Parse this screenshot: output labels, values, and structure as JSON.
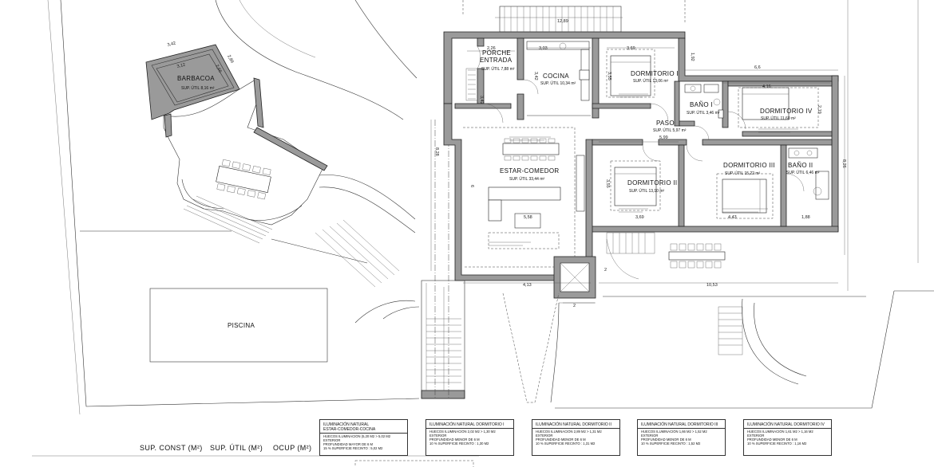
{
  "rooms": {
    "barbacoa": {
      "name": "BARBACOA",
      "area": "SUP. ÚTIL 8,16 m²"
    },
    "porche": {
      "name1": "PORCHE",
      "name2": "ENTRADA",
      "area": "SUP. ÚTIL 7,88 m²"
    },
    "cocina": {
      "name": "COCINA",
      "area": "SUP. ÚTIL 10,34 m²"
    },
    "dormitorio1": {
      "name": "DORMITORIO I",
      "area": "SUP. ÚTIL 13,06 m²"
    },
    "bano1": {
      "name": "BAÑO I",
      "area": "SUP. ÚTIL 3,46 m²"
    },
    "dormitorio4": {
      "name": "DORMITORIO IV",
      "area": "SUP. ÚTIL 11,60 m²"
    },
    "paso": {
      "name": "PASO",
      "area": "SUP. ÚTIL 5,97 m²"
    },
    "estar": {
      "name": "ESTAR-COMEDOR",
      "area": "SUP. ÚTIL 33,44 m²"
    },
    "dormitorio2": {
      "name": "DORMITORIO II",
      "area": "SUP. ÚTIL 13,10 m²"
    },
    "dormitorio3": {
      "name": "DORMITORIO III",
      "area": "SUP. ÚTIL 15,22 m²"
    },
    "bano2": {
      "name": "BAÑO II",
      "area": "SUP. ÚTIL 6,46 m²"
    },
    "piscina": {
      "name": "PISCINA"
    }
  },
  "dimensions": {
    "d1": "3,42",
    "d2": "3,12",
    "d3": "2,86",
    "d4": "2,66",
    "d5": "2,26",
    "d6": "3,03",
    "d7": "3,69",
    "d8": "1,92",
    "d9": "6,6",
    "d10": "4,16",
    "d11": "2,19",
    "d12": "3,42",
    "d13": "3,55",
    "d14": "3,42",
    "d15": "5,99",
    "d16": "8,28",
    "d17": "6",
    "d18": "5,58",
    "d19": "3,55",
    "d20": "3,69",
    "d21": "4,43",
    "d22": "1,88",
    "d23": "8,26",
    "d24": "4,13",
    "d25": "2",
    "d26": "10,53",
    "d27": "2",
    "d28": "12,89"
  },
  "summary_table": {
    "col1": "SUP. CONST (M²)",
    "col2": "SUP. ÚTIL (M²)",
    "col3": "OCUP (M²)"
  },
  "lighting_boxes": [
    {
      "title": "ILUMINACIÓN NATURAL\nESTAR-COMEDOR-COCINA",
      "body": "HUECOS ILUMINACIÓN (5,20 M2 > 5,02 M2\nEXTERIOR\nPROFUNDIDAD MAYOR DE 6 M\n15 % SUPERFICIE RECINTO : 5,02 M2"
    },
    {
      "title": "ILUMINACIÓN NATURAL DORMITORIO I",
      "body": "HUECOS ILUMINACIÓN 2,02 M2 > 1,30 M2\nEXTERIOR\nPROFUNDIDAD MENOR DE 6 M\n10 % SUPERFICIE RECINTO : 1,30 M2"
    },
    {
      "title": "ILUMINACIÓN NATURAL DORMITORIO II",
      "body": "HUECOS ILUMINACIÓN 2,89 M2 > 1,31 M2\nEXTERIOR\nPROFUNDIDAD MENOR DE 6 M\n10 % SUPERFICIE RECINTO : 1,31 M2"
    },
    {
      "title": "ILUMINACIÓN NATURAL DORMITORIO III",
      "body": "HUECOS ILUMINACIÓN 1,66 M2 > 1,52 M2\nEXTERIOR\nPROFUNDIDAD MENOR DE 6 M\n10 % SUPERFICIE RECINTO : 1,52 M2"
    },
    {
      "title": "ILUMINACIÓN NATURAL DORMITORIO IV",
      "body": "HUECOS ILUMINACIÓN 1,61 M2 > 1,16 M2\nEXTERIOR\nPROFUNDIDAD MENOR DE 6 M\n10 % SUPERFICIE RECINTO : 1,16 M2"
    }
  ]
}
